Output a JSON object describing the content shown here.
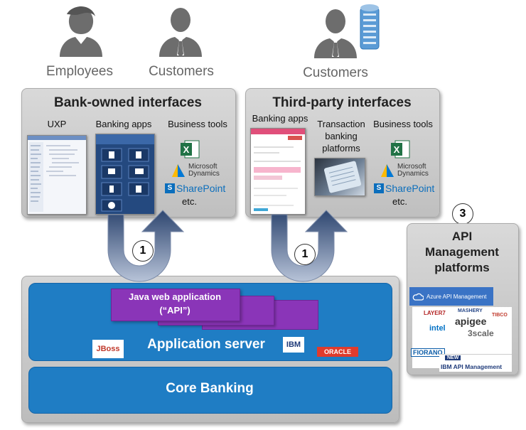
{
  "people": {
    "employees_label": "Employees",
    "customers_left_label": "Customers",
    "customers_right_label": "Customers"
  },
  "bank_owned": {
    "title": "Bank-owned interfaces",
    "col_uxp": "UXP",
    "col_banking_apps": "Banking apps",
    "col_business_tools": "Business tools",
    "etc": "etc.",
    "ms_dynamics": "Microsoft Dynamics",
    "sharepoint": "SharePoint"
  },
  "third_party": {
    "title": "Third-party interfaces",
    "col_banking_apps": "Banking apps",
    "col_tx_platforms": "Transaction banking platforms",
    "col_business_tools": "Business tools",
    "etc": "etc.",
    "ms_dynamics": "Microsoft Dynamics",
    "sharepoint": "SharePoint"
  },
  "badges": {
    "left": "1",
    "middle": "1",
    "apim": "3"
  },
  "api_mgmt": {
    "title": "API Management platforms",
    "azure": "Azure API Management",
    "apigee": "apigee",
    "ibm": "IBM API Management",
    "new_tag": "NEW",
    "threescale": "3scale",
    "intel": "intel",
    "layer7": "LAYER7",
    "mashery": "MASHERY",
    "tibco": "TIBCO",
    "fiorano": "FIORANO"
  },
  "server": {
    "java_app_line1": "Java web application",
    "java_app_line2": "(“API”)",
    "app_server": "Application server",
    "core_banking": "Core Banking",
    "jboss": "JBoss",
    "ibm": "IBM",
    "oracle": "ORACLE"
  },
  "colors": {
    "blue": "#1f7dc4",
    "purple": "#8a35b8",
    "arrow_navy": "#2e4670",
    "box_gray": "#d0d0d0"
  }
}
